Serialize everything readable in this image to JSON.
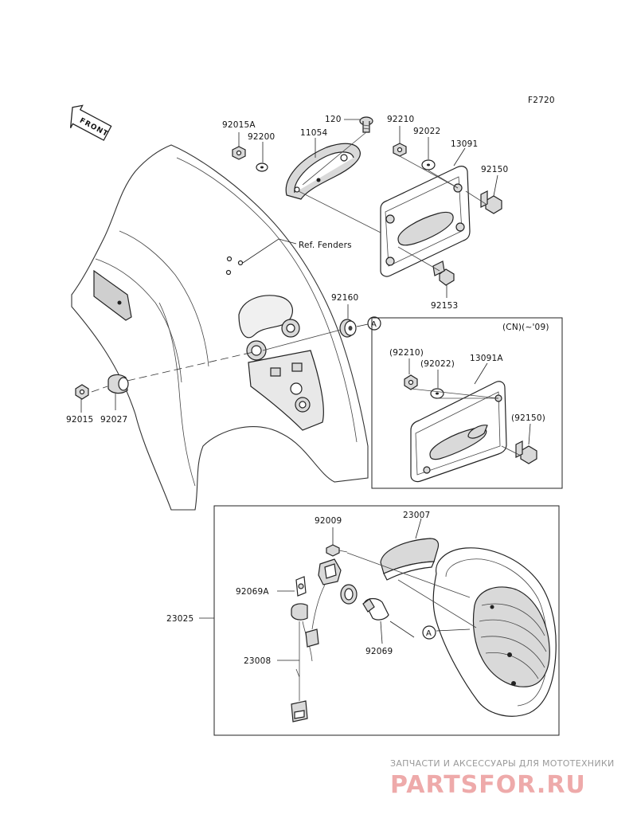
{
  "figure_code": "F2720",
  "front_arrow_text": "FRONT",
  "ref_fenders": "Ref. Fenders",
  "variant_note": "(CN)(~'09)",
  "callout_a": "A",
  "labels": {
    "p92015A": "92015A",
    "p92200": "92200",
    "p11054": "11054",
    "p120": "120",
    "p92210": "92210",
    "p92022": "92022",
    "p13091": "13091",
    "p92150": "92150",
    "p92153": "92153",
    "p92160": "92160",
    "p92015": "92015",
    "p92027": "92027",
    "v92210": "(92210)",
    "v92022": "(92022)",
    "v13091A": "13091A",
    "v92150": "(92150)",
    "p92009": "92009",
    "p23007": "23007",
    "p92069A": "92069A",
    "p23025": "23025",
    "p23008": "23008",
    "p92069": "92069"
  },
  "watermark": {
    "line1": "ЗАПЧАСТИ И АКСЕССУАРЫ ДЛЯ МОТОТЕХНИКИ",
    "line2": "PARTSFOR.RU",
    "color": "#e8a0a0"
  }
}
